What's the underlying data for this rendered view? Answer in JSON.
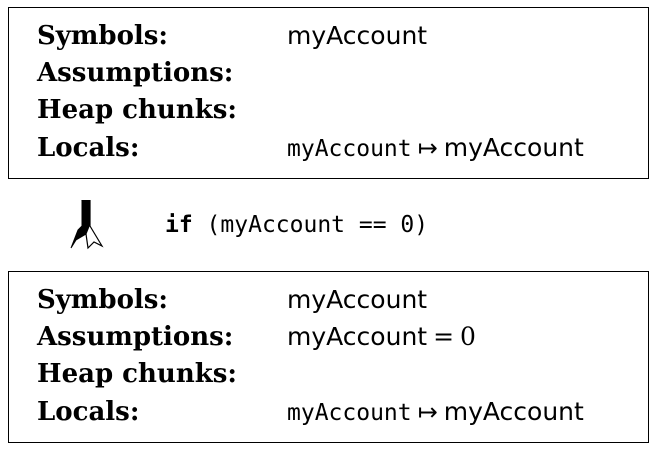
{
  "labels": {
    "symbols": "Symbols:",
    "assumptions": "Assumptions:",
    "heap_chunks": "Heap chunks:",
    "locals": "Locals:"
  },
  "state_before": {
    "symbols": "myAccount",
    "assumptions": "",
    "heap_chunks": "",
    "locals": {
      "var": "myAccount",
      "maps_to": "↦",
      "value": "myAccount"
    }
  },
  "transition": {
    "keyword": "if",
    "condition": " (myAccount == 0)",
    "icon": "branch-arrow-icon"
  },
  "state_after": {
    "symbols": "myAccount",
    "assumptions": {
      "lhs": "myAccount",
      "op": "=",
      "rhs": "0"
    },
    "heap_chunks": "",
    "locals": {
      "var": "myAccount",
      "maps_to": "↦",
      "value": "myAccount"
    }
  }
}
